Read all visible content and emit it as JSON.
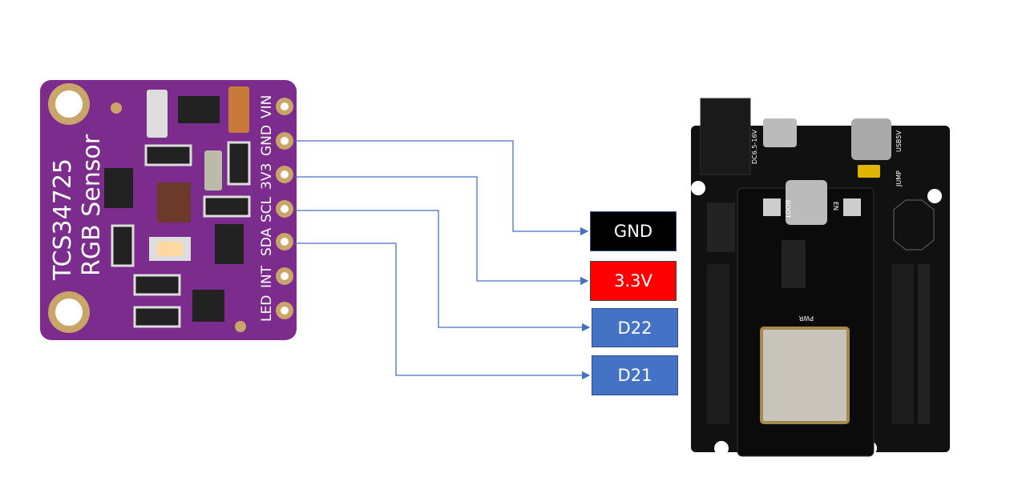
{
  "sensor": {
    "name": "TCS34725",
    "subtitle": "RGB Sensor",
    "pins": [
      "VIN",
      "GND",
      "3V3",
      "SCL",
      "SDA",
      "INT",
      "LED"
    ],
    "board_color": "#7b2c8c"
  },
  "controller": {
    "board_color": "#111111",
    "labels": {
      "power_jack": "DC6.5-16V",
      "usb": "USB5V",
      "jump": "JUMP",
      "pwr": "PWR",
      "boot": "BOOT",
      "en": "EN"
    }
  },
  "connections": [
    {
      "from": "GND",
      "to": "GND",
      "color": "#000000"
    },
    {
      "from": "3V3",
      "to": "3.3V",
      "color": "#ff0000"
    },
    {
      "from": "SCL",
      "to": "D22",
      "color": "#4472c4"
    },
    {
      "from": "SDA",
      "to": "D21",
      "color": "#4472c4"
    }
  ],
  "wire_color": "#4472c4"
}
